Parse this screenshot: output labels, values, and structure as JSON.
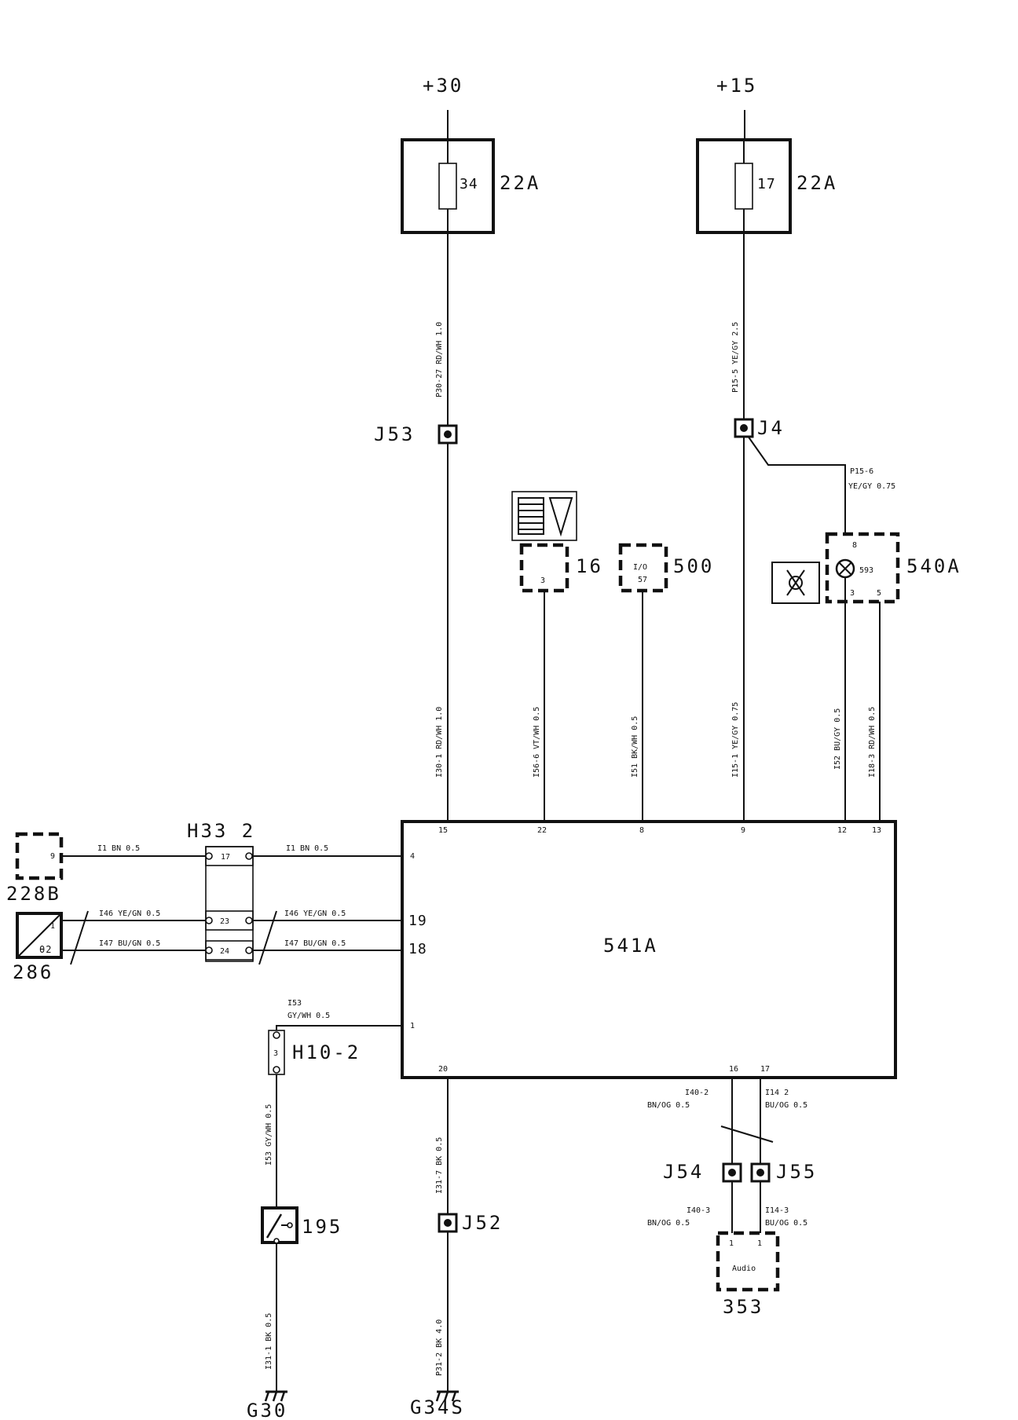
{
  "supplies": {
    "s30": "+30",
    "s15": "+15"
  },
  "fuses": {
    "f34": {
      "number": "34",
      "rating": "22A"
    },
    "f17": {
      "number": "17",
      "rating": "22A"
    }
  },
  "wires": {
    "p30_27": "P30-27 RD/WH 1.0",
    "p15_5": "P15-5 YE/GY 2.5",
    "p15_6": [
      "P15-6",
      "YE/GY 0.75"
    ],
    "i30_1": "I30-1 RD/WH 1.0",
    "i56_6": "I56-6 VT/WH 0.5",
    "i51": "I51 BK/WH 0.5",
    "i15_1": "I15-1 YE/GY 0.75",
    "i52": "I52 BU/GY 0.5",
    "i18_3": "I18-3 RD/WH 0.5",
    "i1_left": "I1 BN 0.5",
    "i1_right": "I1 BN 0.5",
    "i46_left": "I46 YE/GN 0.5",
    "i47_left": "I47 BU/GN 0.5",
    "i46_right": "I46 YE/GN 0.5",
    "i47_right": "I47 BU/GN 0.5",
    "i53": [
      "I53",
      "GY/WH 0.5"
    ],
    "i53_vert": "I53 GY/WH 0.5",
    "i31_1": "I31-1 BK 0.5",
    "i31_7": "I31-7 BK 0.5",
    "p31_2": "P31-2 BK 4.0",
    "i40_2": [
      "I40-2",
      "BN/OG 0.5"
    ],
    "i14_2": [
      "I14 2",
      "BU/OG 0.5"
    ],
    "i40_3": [
      "I40-3",
      "BN/OG 0.5"
    ],
    "i14_3": [
      "I14-3",
      "BU/OG 0.5"
    ]
  },
  "junctions": {
    "j53": "J53",
    "j4": "J4",
    "j52": "J52",
    "j54": "J54",
    "j55": "J55"
  },
  "components": {
    "c16": {
      "label": "16",
      "pin": "3"
    },
    "c500": {
      "label": "500",
      "text1": "I/O",
      "text2": "57"
    },
    "c540a": {
      "label": "540A",
      "pin_top": "8",
      "pin_l": "3",
      "pin_r": "5",
      "inner": "593"
    },
    "c228b": {
      "label": "228B",
      "pin": "9"
    },
    "c286": {
      "label": "286",
      "pin": "1",
      "symbol": "θ2"
    },
    "c195": {
      "label": "195"
    },
    "c353": {
      "label": "353",
      "pin1": "1",
      "pin2": "1",
      "text": "Audio"
    },
    "h33": {
      "label": "H33  2",
      "p1": "17",
      "p2": "23",
      "p3": "24"
    },
    "h10": {
      "label": "H10-2",
      "pin": "3"
    },
    "ecu": {
      "label": "541A"
    }
  },
  "ecu_pins": {
    "p15": "15",
    "p22": "22",
    "p8": "8",
    "p9": "9",
    "p12": "12",
    "p13": "13",
    "p4": "4",
    "p19": "19",
    "p18": "18",
    "p1": "1",
    "p20": "20",
    "p16": "16",
    "p17": "17"
  },
  "grounds": {
    "g30": "G30",
    "g34s": "G34S"
  }
}
